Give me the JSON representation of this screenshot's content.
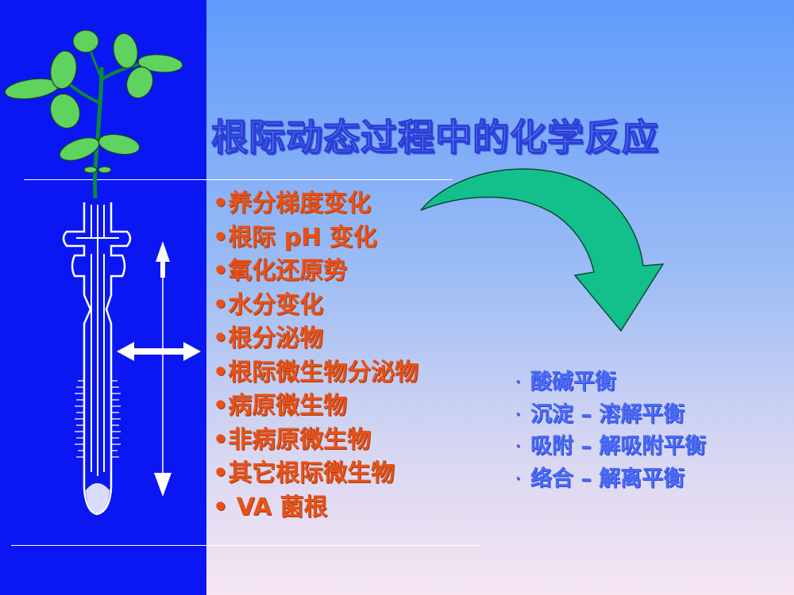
{
  "title": "根际动态过程中的化学反应",
  "processes": [
    {
      "bullet": "•",
      "text": "养分梯度变化"
    },
    {
      "bullet": "•",
      "text": "根际 pH 变化"
    },
    {
      "bullet": "•",
      "text": "氧化还原势"
    },
    {
      "bullet": "•",
      "text": "水分变化"
    },
    {
      "bullet": "•",
      "text": "根分泌物"
    },
    {
      "bullet": "•",
      "text": "根际微生物分泌物"
    },
    {
      "bullet": "•",
      "text": "病原微生物"
    },
    {
      "bullet": "•",
      "text": "非病原微生物"
    },
    {
      "bullet": "•",
      "text": "其它根际微生物"
    },
    {
      "bullet": "•",
      "text": " VA 菌根"
    }
  ],
  "equilibria": [
    {
      "bullet": "·",
      "text": "酸碱平衡"
    },
    {
      "bullet": "·",
      "text": "沉淀 – 溶解平衡"
    },
    {
      "bullet": "·",
      "text": "吸附 – 解吸附平衡"
    },
    {
      "bullet": "·",
      "text": "络合 – 解离平衡"
    }
  ],
  "colors": {
    "left_panel": "#0a17f2",
    "title": "#6a86f4",
    "process_text": "#e8521a",
    "equilibrium_text": "#4a6cf4",
    "arrow": "#13c08c",
    "leaf": "#5ed35e"
  },
  "icons": [
    "plant-icon",
    "root-diagram",
    "curved-arrow-icon",
    "vertical-double-arrow-icon",
    "horizontal-double-arrow-icon"
  ]
}
